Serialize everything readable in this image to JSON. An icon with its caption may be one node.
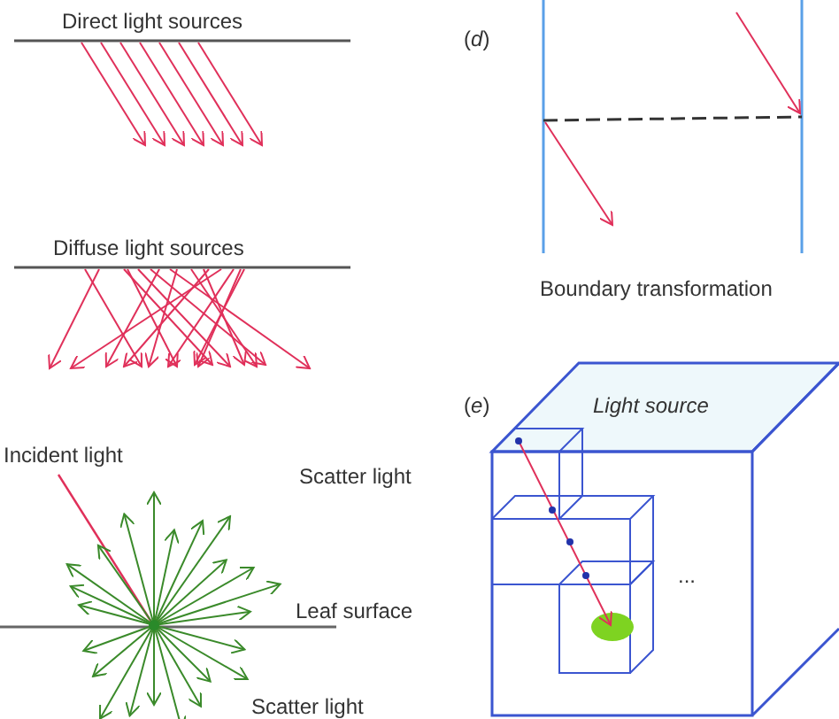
{
  "diagram": {
    "labels": [
      "Direct light sources",
      "(*d*)",
      "Diffuse light sources",
      "Boundary transformation",
      "Incident light",
      "(*e*)",
      "Light source",
      "Scatter light",
      "...",
      "Leaf surface",
      "Scatter light"
    ]
  }
}
